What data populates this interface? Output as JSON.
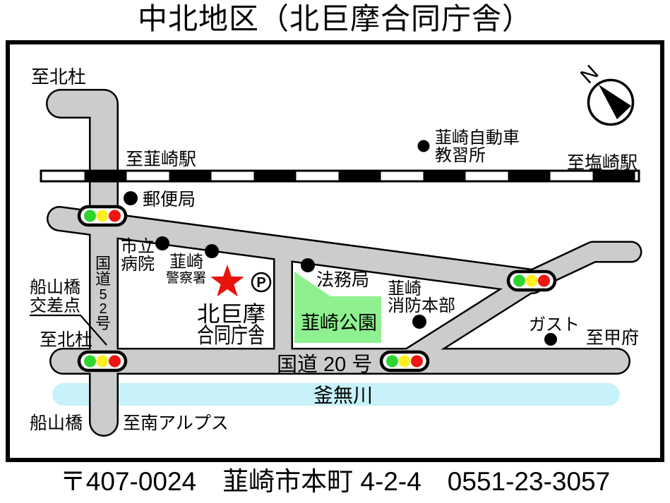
{
  "title": "中北地区（北巨摩合同庁舎）",
  "footer": {
    "address": "〒407-0024　韮崎市本町 4-2-4　0551-23-3057"
  },
  "compass": {
    "north_label": "N"
  },
  "map": {
    "destinations": {
      "hokuto_top": "至北杜",
      "nirasaki_station": "至韮崎駅",
      "shiozaki_station": "至塩崎駅",
      "hokuto_bottom": "至北杜",
      "kofu": "至甲府",
      "minami_alps": "至南アルプス"
    },
    "roads": {
      "route52_chars": [
        "国",
        "道",
        "5",
        "2",
        "号"
      ],
      "route20": "国道 20 号"
    },
    "river": "釜無川",
    "park": "韮崎公園",
    "poi": {
      "post_office": "郵便局",
      "driving_school_line1": "韮崎自動車",
      "driving_school_line2": "教習所",
      "hospital_line1": "市立",
      "hospital_line2": "病院",
      "police_line1": "韮崎",
      "police_line2": "警察署",
      "legal_affairs": "法務局",
      "fire_dept_line1": "韮崎",
      "fire_dept_line2": "消防本部",
      "gusto": "ガスト",
      "office_line1": "北巨摩",
      "office_line2": "合同庁舎",
      "parking": "P"
    },
    "junction": {
      "funayama_line1": "船山橋",
      "funayama_line2": "交差点"
    },
    "bridge": "船山橋"
  },
  "colors": {
    "road_fill": "#cccccc",
    "road_edge": "#000000",
    "river": "#c7f2fa",
    "park": "#8ef08e",
    "star": "#e9130d",
    "signal_green": "#2ed52e",
    "signal_yellow": "#ffee22",
    "signal_red": "#ee1512"
  }
}
